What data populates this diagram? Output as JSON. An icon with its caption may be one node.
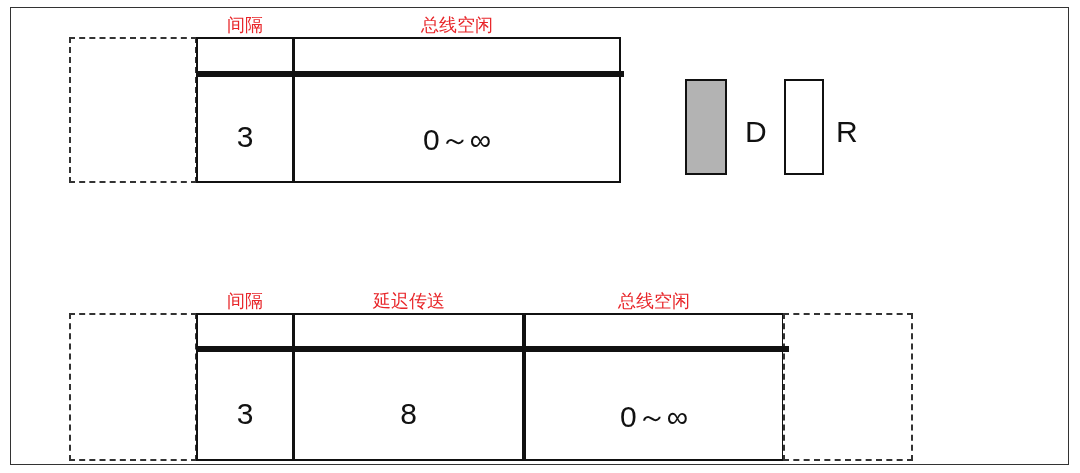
{
  "diagram": {
    "nodes": [
      {
        "text": [],
        "shape": "box"
      },
      {
        "text": [
          "间隔",
          "3"
        ]
      },
      {
        "text": [
          "总线空闲",
          "0～∞"
        ]
      },
      {
        "text": [],
        "shape": "box"
      },
      {
        "text": [
          "间隔",
          "3"
        ]
      },
      {
        "text": [
          "延迟传送",
          "8"
        ]
      },
      {
        "text": [
          "总线空闲",
          "0～∞"
        ]
      },
      {
        "text": [],
        "shape": "box"
      }
    ],
    "edges": [],
    "legend": [
      {
        "text": "D",
        "color": "#b3b3b3"
      },
      {
        "text": "R",
        "color": "#ffffff"
      }
    ]
  }
}
